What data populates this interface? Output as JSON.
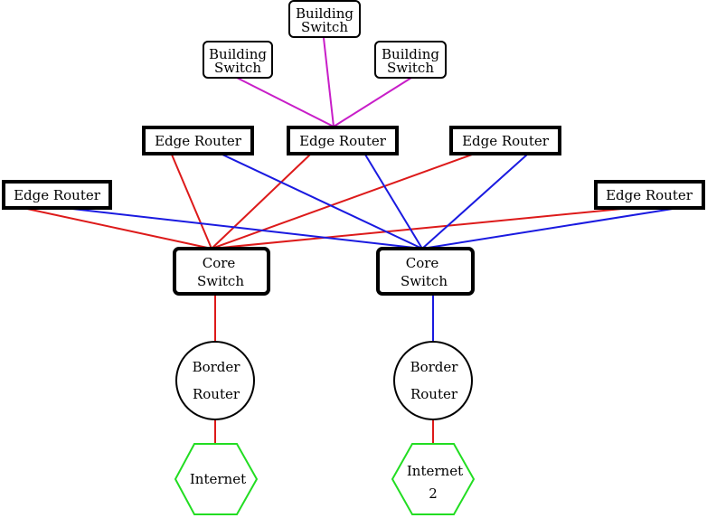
{
  "nodes": {
    "building_switch_top": {
      "line1": "Building",
      "line2": "Switch"
    },
    "building_switch_left": {
      "line1": "Building",
      "line2": "Switch"
    },
    "building_switch_right": {
      "line1": "Building",
      "line2": "Switch"
    },
    "edge_router_1": {
      "label": "Edge Router"
    },
    "edge_router_2": {
      "label": "Edge Router"
    },
    "edge_router_3": {
      "label": "Edge Router"
    },
    "edge_router_left": {
      "label": "Edge Router"
    },
    "edge_router_right": {
      "label": "Edge Router"
    },
    "core_switch_left": {
      "line1": "Core",
      "line2": "Switch"
    },
    "core_switch_right": {
      "line1": "Core",
      "line2": "Switch"
    },
    "border_router_left": {
      "line1": "Border",
      "line2": "Router"
    },
    "border_router_right": {
      "line1": "Border",
      "line2": "Router"
    },
    "internet_left": {
      "label": "Internet"
    },
    "internet_right": {
      "line1": "Internet",
      "line2": "2"
    }
  },
  "colors": {
    "red_link": "#dd1a1a",
    "blue_link": "#1a1ae0",
    "magenta_link": "#c81ec8",
    "internet_border": "#22dd22",
    "box_border": "#000000"
  }
}
